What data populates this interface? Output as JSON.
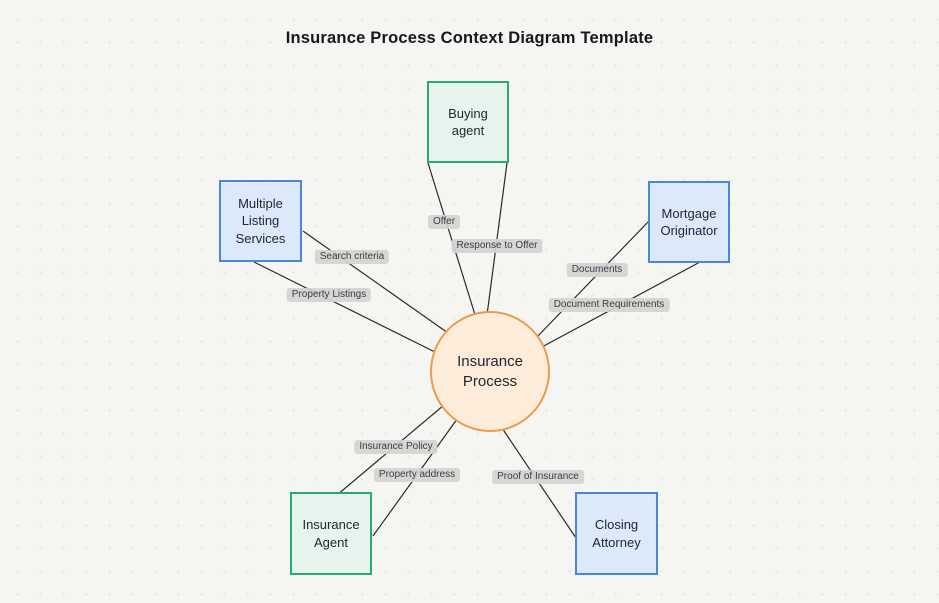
{
  "title": "Insurance Process Context Diagram Template",
  "colors": {
    "background": "#f5f5f2",
    "green_node_border": "#29a87c",
    "green_node_fill": "#e7f4ed",
    "blue_node_border": "#4c86d9",
    "blue_node_fill": "#dbe9fa",
    "center_node_border": "#ec9b4e",
    "center_node_fill": "#fcecd9",
    "edge_line": "#2a2a2a",
    "edge_label_bg": "#d2d2d2"
  },
  "diagram": {
    "center": {
      "id": "insurance-process",
      "label": "Insurance Process",
      "shape": "circle",
      "color": "orange"
    },
    "nodes": [
      {
        "id": "buying-agent",
        "label": "Buying agent",
        "shape": "rect",
        "color": "green"
      },
      {
        "id": "multiple-listing-services",
        "label": "Multiple Listing Services",
        "shape": "rect",
        "color": "blue"
      },
      {
        "id": "mortgage-originator",
        "label": "Mortgage Originator",
        "shape": "rect",
        "color": "blue"
      },
      {
        "id": "insurance-agent",
        "label": "Insurance Agent",
        "shape": "rect",
        "color": "green"
      },
      {
        "id": "closing-attorney",
        "label": "Closing Attorney",
        "shape": "rect",
        "color": "blue"
      }
    ],
    "edges": [
      {
        "label": "Offer",
        "from": "buying-agent",
        "to": "insurance-process"
      },
      {
        "label": "Response to Offer",
        "from": "buying-agent",
        "to": "insurance-process"
      },
      {
        "label": "Search criteria",
        "from": "multiple-listing-services",
        "to": "insurance-process"
      },
      {
        "label": "Property Listings",
        "from": "multiple-listing-services",
        "to": "insurance-process"
      },
      {
        "label": "Documents",
        "from": "insurance-process",
        "to": "mortgage-originator"
      },
      {
        "label": "Document Requirements",
        "from": "insurance-process",
        "to": "mortgage-originator"
      },
      {
        "label": "Insurance Policy",
        "from": "insurance-process",
        "to": "insurance-agent"
      },
      {
        "label": "Property address",
        "from": "insurance-process",
        "to": "insurance-agent"
      },
      {
        "label": "Proof of Insurance",
        "from": "insurance-process",
        "to": "closing-attorney"
      }
    ]
  }
}
